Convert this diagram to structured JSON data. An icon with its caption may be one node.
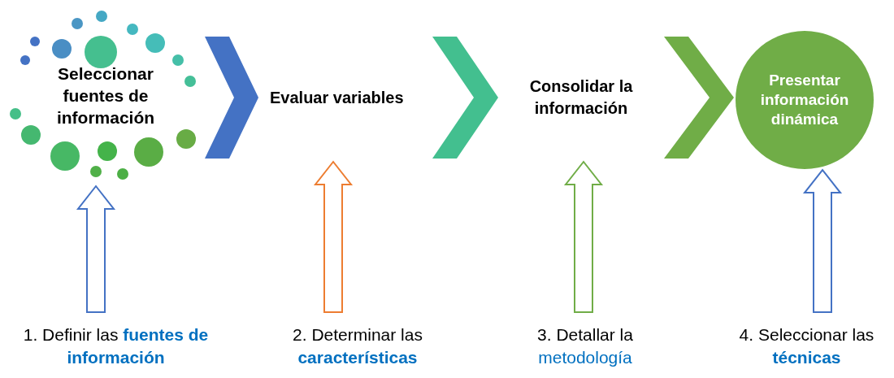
{
  "diagram": {
    "nodes": [
      {
        "text": [
          "Seleccionar fuentes de información"
        ]
      },
      {
        "text": [
          "Evaluar variables"
        ]
      },
      {
        "text": [
          "Consolidar la información"
        ]
      },
      {
        "text": [
          "Presentar información dinámica"
        ]
      },
      {
        "text": [
          "1. Definir las",
          "fuentes de información"
        ]
      },
      {
        "text": [
          "2. Determinar las",
          "características"
        ]
      },
      {
        "text": [
          "3. Detallar la",
          "metodología"
        ]
      },
      {
        "text": [
          "4. Seleccionar las",
          "técnicas"
        ]
      }
    ],
    "edges": [
      {
        "from": 0,
        "to": 1,
        "arrow": "to",
        "color": "#4472c4"
      },
      {
        "from": 1,
        "to": 2,
        "arrow": "to",
        "color": "#43bf8f"
      },
      {
        "from": 2,
        "to": 3,
        "arrow": "to",
        "color": "#70ad47"
      },
      {
        "from": 4,
        "to": 0,
        "arrow": "to",
        "color": "#4472c4"
      },
      {
        "from": 5,
        "to": 1,
        "arrow": "to",
        "color": "#ed7d31"
      },
      {
        "from": 6,
        "to": 2,
        "arrow": "to",
        "color": "#70ad47"
      },
      {
        "from": 7,
        "to": 3,
        "arrow": "to",
        "color": "#4472c4"
      }
    ]
  }
}
